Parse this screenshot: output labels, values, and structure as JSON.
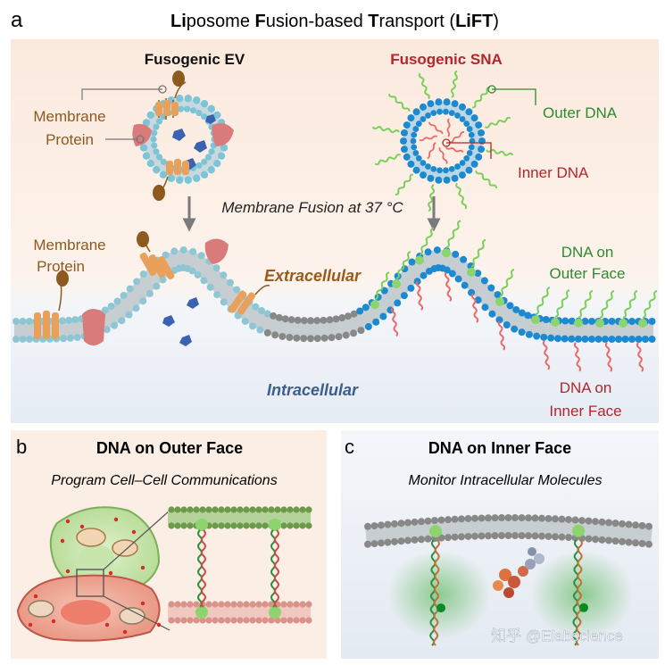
{
  "panel_a": {
    "letter": "a",
    "title_parts": [
      {
        "text": "Li",
        "bold": true
      },
      {
        "text": "posome ",
        "bold": false
      },
      {
        "text": "F",
        "bold": true
      },
      {
        "text": "usion-based ",
        "bold": false
      },
      {
        "text": "T",
        "bold": true
      },
      {
        "text": "ransport (",
        "bold": false
      },
      {
        "text": "LiFT",
        "bold": true
      },
      {
        "text": ")",
        "bold": false
      }
    ],
    "fusogenic_ev": "Fusogenic EV",
    "fusogenic_sna": "Fusogenic SNA",
    "membrane_protein_top": [
      "Membrane",
      "Protein"
    ],
    "outer_dna": "Outer DNA",
    "inner_dna": "Inner DNA",
    "membrane_fusion": "Membrane Fusion at 37 °C",
    "membrane_protein_bottom": [
      "Membrane",
      "Protein"
    ],
    "extracellular": "Extracellular",
    "intracellular": "Intracellular",
    "dna_outer_face": [
      "DNA on",
      "Outer Face"
    ],
    "dna_inner_face": [
      "DNA on",
      "Inner Face"
    ]
  },
  "panel_b": {
    "letter": "b",
    "title": "DNA on Outer Face",
    "subtitle": "Program Cell–Cell Communications"
  },
  "panel_c": {
    "letter": "c",
    "title": "DNA on Inner Face",
    "subtitle": "Monitor Intracellular Molecules"
  },
  "watermark": "知乎 @Elabscience",
  "colors": {
    "ev_brown": "#8c5a1e",
    "sna_red": "#b5262b",
    "dna_green": "#2e8b2e",
    "intracellular_blue": "#3c5e8c",
    "panel_a_bg": "#fbeee4",
    "panel_b_bg": "#fbeee4",
    "panel_c_bg": "#eef2f7"
  }
}
